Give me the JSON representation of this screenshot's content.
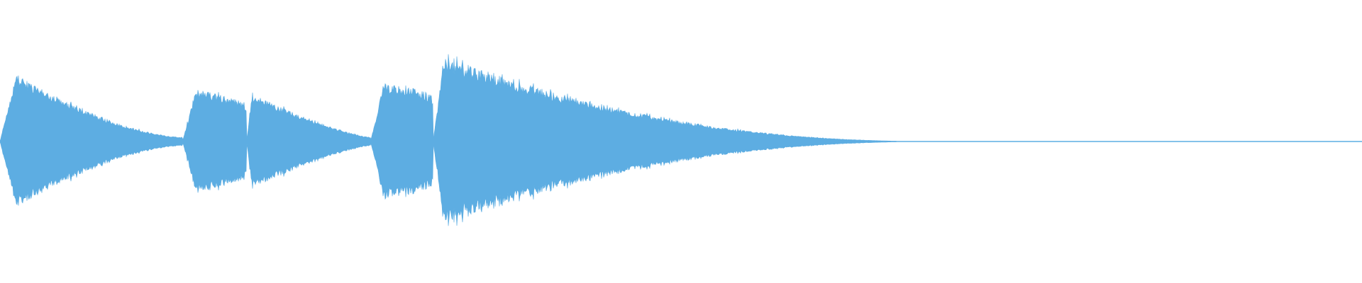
{
  "waveform": {
    "color": "#5dade2",
    "background": "#ffffff",
    "segments": [
      {
        "start": 0.0,
        "attack": 0.012,
        "peak": 0.8,
        "tail": 0.05,
        "end": 0.134,
        "decay_shape": 1.6
      },
      {
        "start": 0.134,
        "attack": 0.01,
        "peak": 0.62,
        "tail": 0.42,
        "end": 0.181,
        "decay_shape": 0.6
      },
      {
        "start": 0.181,
        "attack": 0.004,
        "peak": 0.56,
        "tail": 0.05,
        "end": 0.272,
        "decay_shape": 1.3
      },
      {
        "start": 0.272,
        "attack": 0.01,
        "peak": 0.7,
        "tail": 0.5,
        "end": 0.318,
        "decay_shape": 0.5
      },
      {
        "start": 0.318,
        "attack": 0.008,
        "peak": 1.0,
        "tail": 0.0,
        "end": 0.69,
        "decay_shape": 2.2
      }
    ]
  }
}
